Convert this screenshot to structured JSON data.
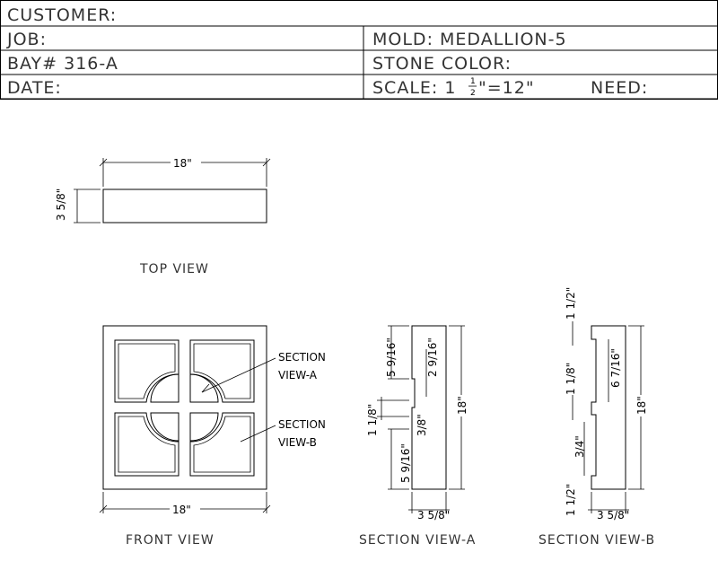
{
  "title_block": {
    "customer": "CUSTOMER:",
    "job": "JOB:",
    "mold": "MOLD: MEDALLION-5",
    "bay": "BAY# 316-A",
    "stone_color": "STONE COLOR:",
    "date": "DATE:",
    "scale_prefix": "SCALE: 1",
    "scale_num": "1",
    "scale_den": "2",
    "scale_suffix": "\"=12\"",
    "need": "NEED:"
  },
  "views": {
    "top_view": "TOP VIEW",
    "front_view": "FRONT VIEW",
    "section_a": "SECTION VIEW-A",
    "section_b": "SECTION VIEW-B"
  },
  "callouts": {
    "section_a_line1": "SECTION",
    "section_a_line2": "VIEW-A",
    "section_b_line1": "SECTION",
    "section_b_line2": "VIEW-B"
  },
  "dimensions": {
    "top_width": "18\"",
    "top_thickness": "3 5/8\"",
    "front_width": "18\"",
    "sec_a_height": "18\"",
    "sec_a_top": "5 9/16\"",
    "sec_a_groove": "2 9/16\"",
    "sec_a_mid": "1 1/8\"",
    "sec_a_depth": "3/8\"",
    "sec_a_bottom": "5 9/16\"",
    "sec_a_thick": "3 5/8\"",
    "sec_b_height": "18\"",
    "sec_b_top": "1 1/2\"",
    "sec_b_upper": "6 7/16\"",
    "sec_b_mid": "1 1/8\"",
    "sec_b_lower": "3/4\"",
    "sec_b_bottom": "1 1/2\"",
    "sec_b_thick": "3 5/8\""
  }
}
